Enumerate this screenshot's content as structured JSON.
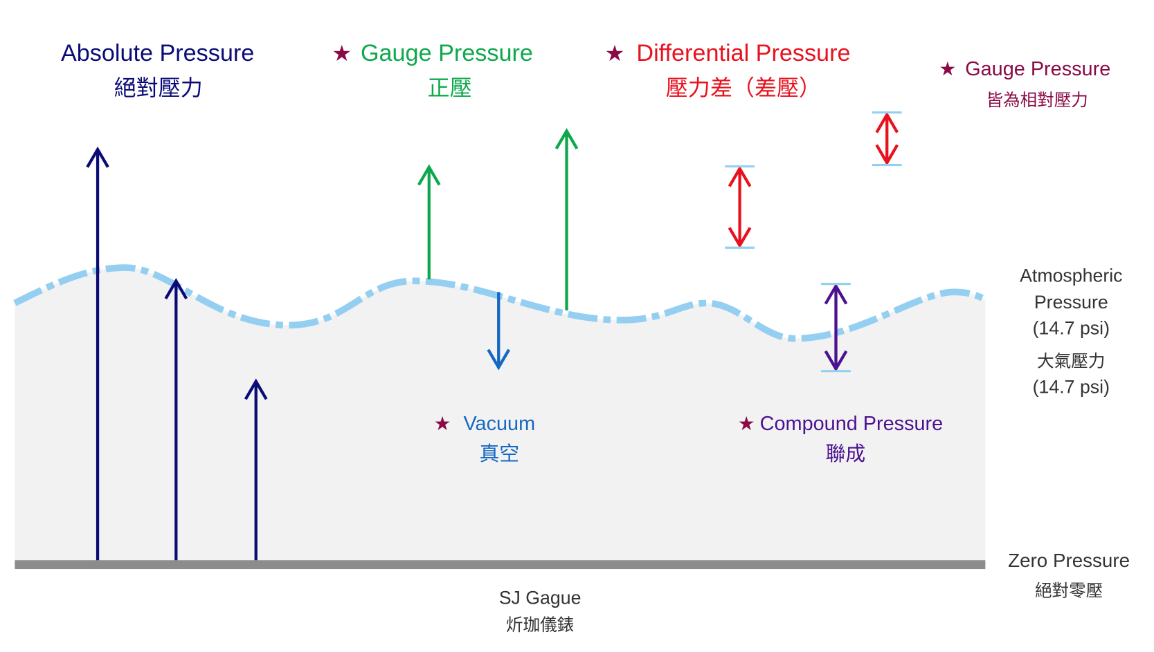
{
  "title_absolute": {
    "en": "Absolute Pressure",
    "zh": "絕對壓力"
  },
  "title_gauge": {
    "en": "Gauge Pressure",
    "zh": "正壓"
  },
  "title_differential": {
    "en": "Differential Pressure",
    "zh": "壓力差（差壓）"
  },
  "note_gauge": {
    "en": "Gauge Pressure",
    "zh": "皆為相對壓力"
  },
  "vacuum": {
    "en": "Vacuum",
    "zh": "真空"
  },
  "compound": {
    "en": "Compound Pressure",
    "zh": "聯成"
  },
  "atmospheric": {
    "line1": "Atmospheric",
    "line2": "Pressure",
    "line3": "(14.7 psi)",
    "zh": "大氣壓力",
    "zh_value": "(14.7 psi)"
  },
  "zero": {
    "en": "Zero Pressure",
    "zh": "絕對零壓"
  },
  "brand": {
    "en": "SJ Gague",
    "zh": "炘珈儀錶"
  },
  "star_glyph": "★",
  "colors": {
    "absolute": "#0b0b78",
    "gauge": "#0ea84c",
    "differential": "#e8121e",
    "vacuum": "#1668c2",
    "compound": "#4b1190",
    "star": "#8a0a46",
    "atmosphere_line": "#94cff2",
    "ground": "#8c8c8c",
    "fill": "#f2f2f3",
    "label": "#333333"
  }
}
